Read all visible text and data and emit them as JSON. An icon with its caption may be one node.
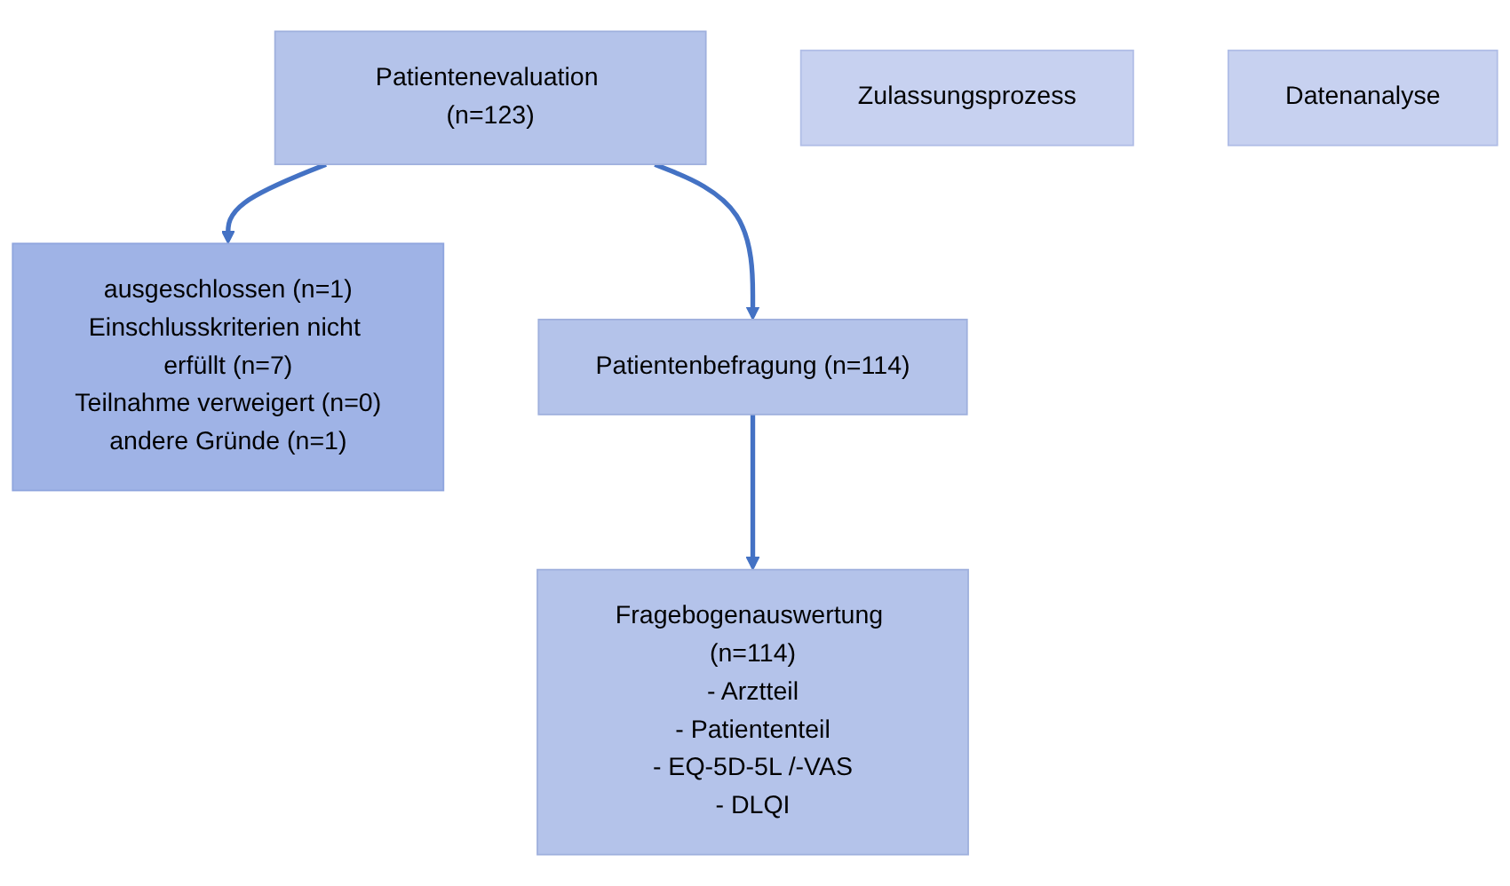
{
  "diagram": {
    "nodes": [
      {
        "text": [
          "Patientenevaluation (n=123)"
        ]
      },
      {
        "text": [
          "Zulassungsprozess"
        ]
      },
      {
        "text": [
          "ausgeschlossen (n=1)",
          "Einschlusskriterien nicht erfüllt (n=7)",
          "Teilnahme verweigert (n=0)",
          "andere Gründe (n=1)"
        ]
      },
      {
        "text": [
          "Patientenbefragung (n=114)"
        ]
      },
      {
        "text": [
          "Datenanalyse"
        ]
      },
      {
        "text": [
          "Fragebogenauswertung (n=114)",
          "- Arztteil",
          "- Patiententeil",
          "- EQ-5D-5L /-VAS",
          "- DLQI"
        ]
      }
    ],
    "edges": [
      {
        "from": 0,
        "to": 3,
        "arrow": "to"
      },
      {
        "from": 0,
        "to": 2,
        "arrow": "to"
      },
      {
        "from": 3,
        "to": 5,
        "arrow": "to"
      }
    ]
  }
}
